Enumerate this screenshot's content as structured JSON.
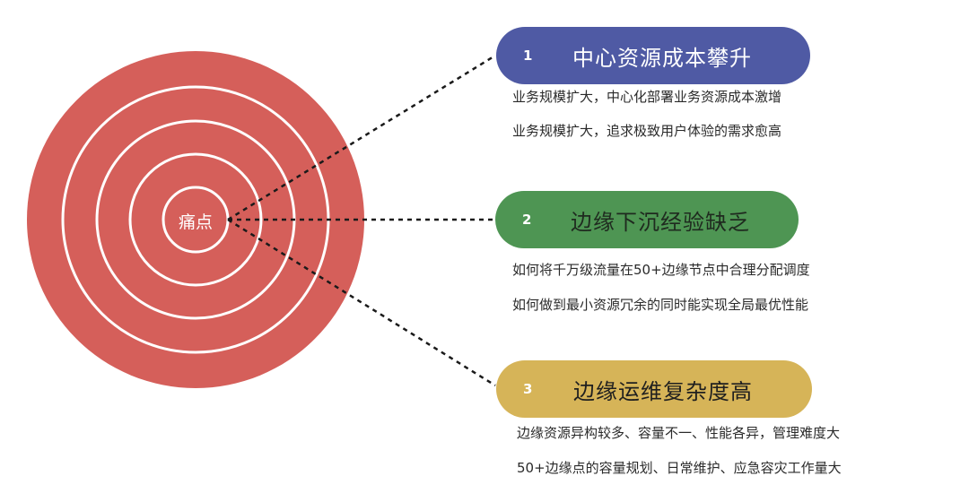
{
  "center": {
    "label": "痛点"
  },
  "colors": {
    "target": "#d55f5a",
    "ring_stroke": "#ffffff",
    "pill_1": "#4f5aa4",
    "pill_2": "#4e9553",
    "pill_3": "#d6b458",
    "connector": "#1a1a1a"
  },
  "items": [
    {
      "number": "1",
      "title": "中心资源成本攀升",
      "lines": [
        "业务规模扩大，中心化部署业务资源成本激增",
        "业务规模扩大，追求极致用户体验的需求愈高"
      ]
    },
    {
      "number": "2",
      "title": "边缘下沉经验缺乏",
      "lines": [
        "如何将千万级流量在50+边缘节点中合理分配调度",
        "如何做到最小资源冗余的同时能实现全局最优性能"
      ]
    },
    {
      "number": "3",
      "title": "边缘运维复杂度高",
      "lines": [
        "边缘资源异构较多、容量不一、性能各异，管理难度大",
        "50+边缘点的容量规划、日常维护、应急容灾工作量大"
      ]
    }
  ]
}
